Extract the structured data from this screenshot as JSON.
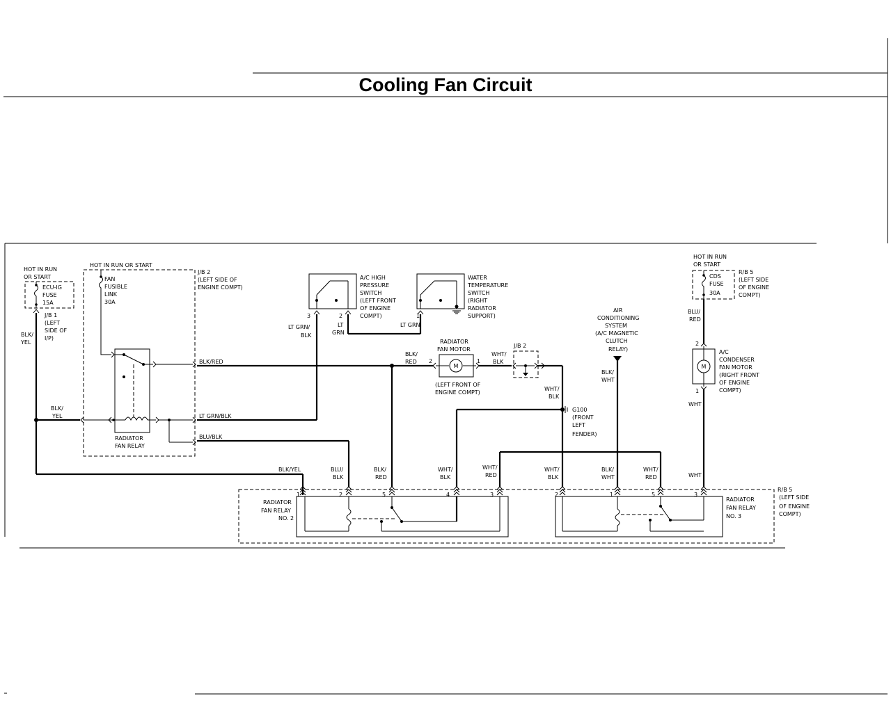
{
  "title": "Cooling Fan Circuit",
  "labels": {
    "hot_run_left": [
      "HOT IN RUN",
      "OR START"
    ],
    "ecu_fuse": [
      "ECU-IG",
      "FUSE",
      "15A"
    ],
    "jb1": [
      "J/B 1",
      "(LEFT",
      "SIDE OF",
      "I/P)"
    ],
    "blk_yel_left": [
      "BLK/",
      "YEL"
    ],
    "blk_yel_mid": [
      "BLK/",
      "YEL"
    ],
    "blk_yel_bottom": "BLK/YEL",
    "hot_run_relay": "HOT IN RUN OR START",
    "fan_link": [
      "FAN",
      "FUSIBLE",
      "LINK",
      "30A"
    ],
    "jb2_top": [
      "J/B 2",
      "(LEFT SIDE OF",
      "ENGINE COMPT)"
    ],
    "radiator_fan_relay": [
      "RADIATOR",
      "FAN RELAY"
    ],
    "wire_blk_red": "BLK/RED",
    "wire_lt_grn_blk": "LT GRN/BLK",
    "wire_blu_blk": "BLU/BLK",
    "lt_grn_blk_vert": [
      "LT GRN/",
      "BLK"
    ],
    "lt_grn_a": [
      "LT",
      "GRN"
    ],
    "lt_grn_b": "LT GRN",
    "ac_switch": [
      "A/C HIGH",
      "PRESSURE",
      "SWITCH",
      "(LEFT FRONT",
      "OF ENGINE",
      "COMPT)"
    ],
    "water_temp": [
      "WATER",
      "TEMPERATURE",
      "SWITCH",
      "(RIGHT",
      "RADIATOR",
      "SUPPORT)"
    ],
    "radiator_fan_motor": [
      "RADIATOR",
      "FAN MOTOR"
    ],
    "motor_location": [
      "(LEFT FRONT OF",
      "ENGINE COMPT)"
    ],
    "blk_red_motor": [
      "BLK/",
      "RED"
    ],
    "wht_blk_motor": [
      "WHT/",
      "BLK"
    ],
    "jb2_mid": "J/B 2",
    "wht_blk_vert": [
      "WHT/",
      "BLK"
    ],
    "g100": [
      "G100",
      "(FRONT",
      "LEFT",
      "FENDER)"
    ],
    "ac_system": [
      "AIR",
      "CONDITIONING",
      "SYSTEM",
      "(A/C MAGNETIC",
      "CLUTCH",
      "RELAY)"
    ],
    "blk_wht_vert": [
      "BLK/",
      "WHT"
    ],
    "hot_run_right": [
      "HOT IN RUN",
      "OR START"
    ],
    "cds_fuse": [
      "CDS",
      "FUSE",
      "30A"
    ],
    "rb5_top": [
      "R/B 5",
      "(LEFT SIDE",
      "OF ENGINE",
      "COMPT)"
    ],
    "blu_red": [
      "BLU/",
      "RED"
    ],
    "ac_condenser": [
      "A/C",
      "CONDENSER",
      "FAN MOTOR",
      "(RIGHT FRONT",
      "OF ENGINE",
      "COMPT)"
    ],
    "wht_right": "WHT",
    "conn_blu_blk": [
      "BLU/",
      "BLK"
    ],
    "conn_blk_red": [
      "BLK/",
      "RED"
    ],
    "conn_wht_blk": [
      "WHT/",
      "BLK"
    ],
    "conn_wht_red": [
      "WHT/",
      "RED"
    ],
    "conn_wht_blk2": [
      "WHT/",
      "BLK"
    ],
    "conn_blk_wht": [
      "BLK/",
      "WHT"
    ],
    "conn_wht_red2": [
      "WHT/",
      "RED"
    ],
    "conn_wht": "WHT",
    "relay2": [
      "RADIATOR",
      "FAN RELAY",
      "NO. 2"
    ],
    "relay3": [
      "RADIATOR",
      "FAN RELAY",
      "NO. 3"
    ],
    "rb5_bottom": [
      "R/B 5",
      "(LEFT SIDE",
      "OF ENGINE",
      "COMPT)"
    ],
    "motor_symbol": "M"
  },
  "pins": {
    "p3": "3",
    "p2": "2",
    "p1": "1",
    "motor_2": "2",
    "motor_1": "1",
    "cond_2": "2",
    "cond_1": "1",
    "r2_1": "1",
    "r2_2": "2",
    "r2_5": "5",
    "r2_4": "4",
    "r2_3": "3",
    "r3_2": "2",
    "r3_1": "1",
    "r3_5": "5",
    "r3_3": "3"
  }
}
